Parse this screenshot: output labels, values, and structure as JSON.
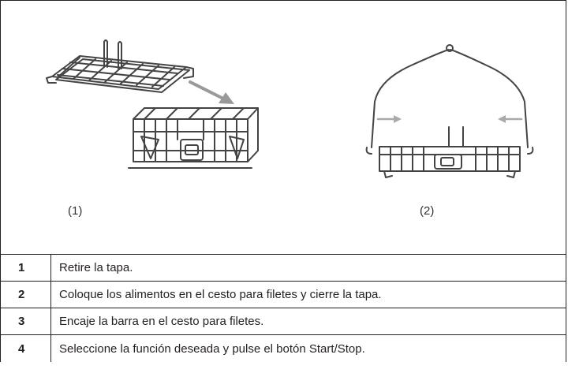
{
  "figure": {
    "caption_1": "(1)",
    "caption_2": "(2)"
  },
  "steps": [
    {
      "number": "1",
      "text": "Retire la tapa."
    },
    {
      "number": "2",
      "text": "Coloque los alimentos en el cesto para filetes y cierre la tapa."
    },
    {
      "number": "3",
      "text": "Encaje la barra en el cesto para filetes."
    },
    {
      "number": "4",
      "text": "Seleccione la función deseada y pulse el botón Start/Stop."
    }
  ]
}
